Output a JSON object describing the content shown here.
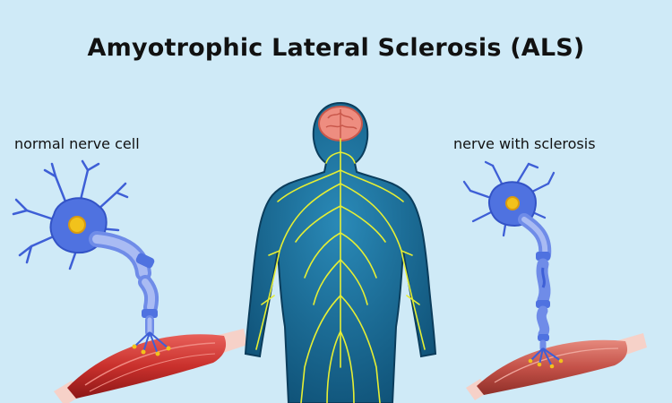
{
  "title": "Amyotrophic Lateral Sclerosis (ALS)",
  "labels": {
    "left": "normal nerve cell",
    "right": "nerve with sclerosis"
  },
  "colors": {
    "background": "#cfeaf7",
    "neuron": "#4f72e0",
    "nucleus": "#f2c21b",
    "axon": "#8fa6ee",
    "muscle": "#c9302c",
    "body": "#1f6f9a",
    "nerves": "#e6ef33",
    "brain": "#ee8d80"
  }
}
